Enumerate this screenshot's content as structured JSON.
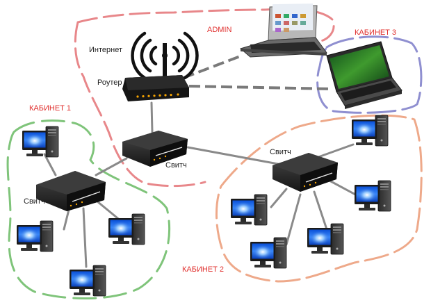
{
  "labels": {
    "admin": "ADMIN",
    "cabinet1": "КАБИНЕТ 1",
    "cabinet2": "КАБИНЕТ 2",
    "cabinet3": "КАБИНЕТ 3",
    "internet": "Интернет",
    "router": "Роутер",
    "switch_center": "Свитч",
    "switch_left": "Свитч",
    "switch_right": "Свитч"
  },
  "colors": {
    "admin_zone": "#e8878a",
    "cabinet1_zone": "#7fc47a",
    "cabinet2_zone": "#eea98a",
    "cabinet3_zone": "#8f8fd0",
    "cable": "#8a8a8a",
    "wifi_link": "#7a7a7a",
    "label_red": "#e0302e",
    "label_dark": "#222222"
  },
  "icons": {
    "router": "wifi-router-icon",
    "switch": "network-switch-icon",
    "desktop": "desktop-pc-icon",
    "laptop": "laptop-icon"
  }
}
